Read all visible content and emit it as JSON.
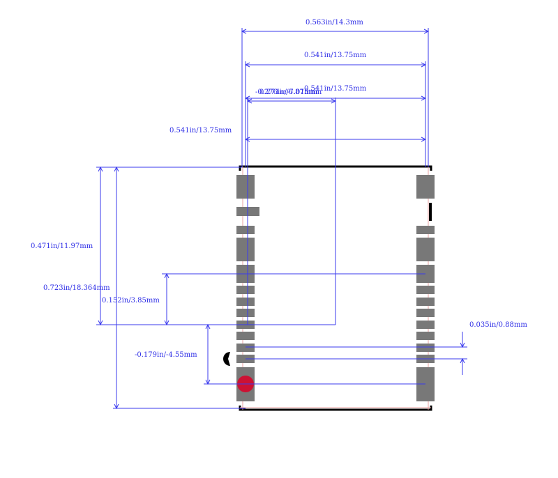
{
  "dimensions": {
    "width_total": "0.563in/14.3mm",
    "width_pads": "0.541in/13.75mm",
    "width_pads_2": "0.541in/13.75mm",
    "offset_overlap": "-0.276in/-7.01mm",
    "offset_overlap_2": "0.271in/6.875mm",
    "width_pads_left": "0.541in/13.75mm",
    "height_body": "0.471in/11.97mm",
    "height_total": "0.723in/18.364mm",
    "height_small": "0.152in/3.85mm",
    "height_neg": "-0.179in/-4.55mm",
    "pitch": "0.035in/0.88mm"
  },
  "colors": {
    "dimension": "#3a3aee",
    "pad": "#787878",
    "outline": "#000000",
    "pin1_marker": "#cc1133"
  },
  "icons": {
    "pin1": "pin1-marker-icon",
    "orientation": "orientation-notch-icon"
  }
}
